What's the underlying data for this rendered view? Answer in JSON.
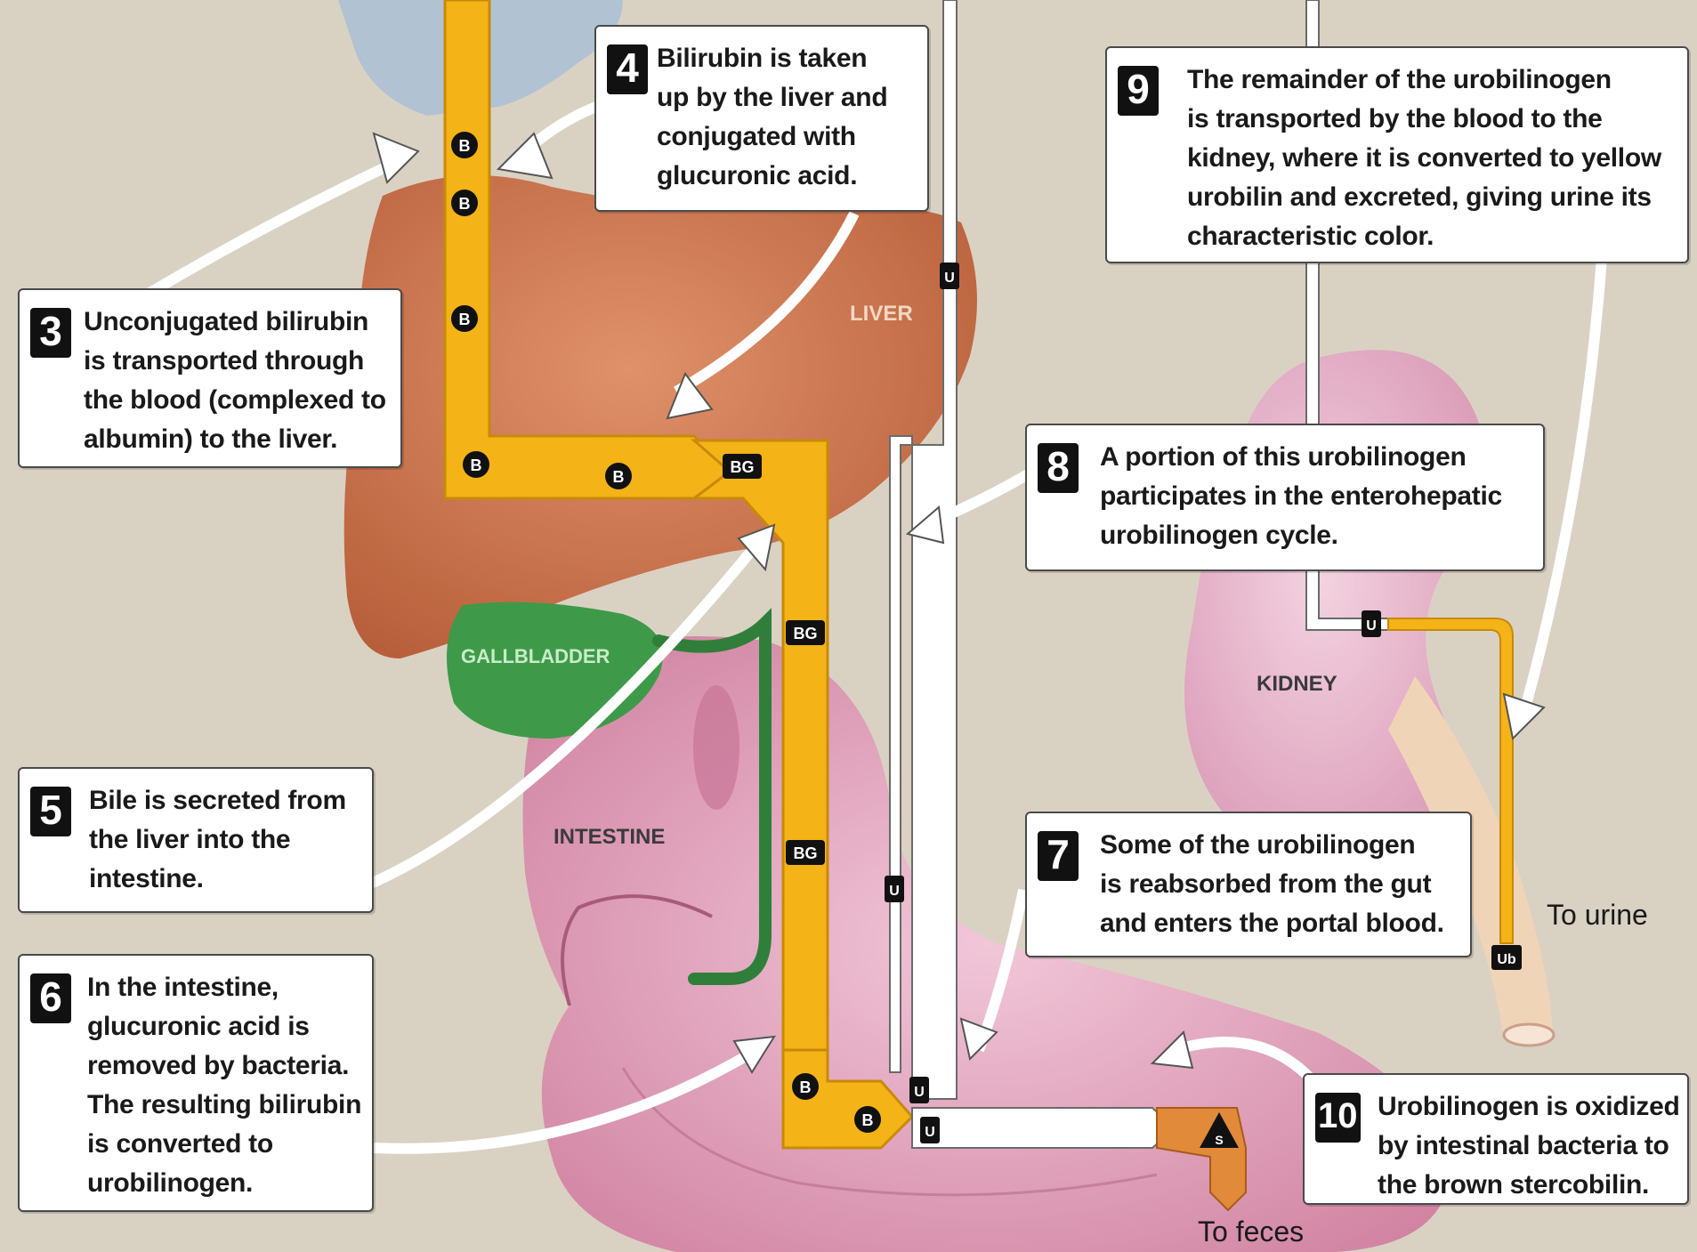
{
  "organs": {
    "liver": "LIVER",
    "gallbladder": "GALLBLADDER",
    "intestine": "INTESTINE",
    "kidney": "KIDNEY"
  },
  "badges": {
    "B": "B",
    "BG": "BG",
    "U": "U",
    "Ub": "Ub",
    "S": "S"
  },
  "outputs": {
    "urine": "To urine",
    "feces": "To feces"
  },
  "callouts": {
    "c3": {
      "num": "3",
      "text": "Unconjugated bilirubin\nis transported through\nthe blood (complexed to\nalbumin) to the liver."
    },
    "c4": {
      "num": "4",
      "text": "Bilirubin is taken\nup by the liver and\nconjugated with\nglucuronic acid."
    },
    "c5": {
      "num": "5",
      "text": "Bile is secreted from\nthe liver into the\nintestine."
    },
    "c6": {
      "num": "6",
      "text": "In the intestine,\nglucuronic acid is\nremoved by bacteria.\nThe resulting bilirubin\nis converted to\nurobilinogen."
    },
    "c7": {
      "num": "7",
      "text": "Some of the urobilinogen\nis reabsorbed from the gut\nand enters the portal blood."
    },
    "c8": {
      "num": "8",
      "text": "A portion of this urobilinogen\nparticipates in the enterohepatic\nurobilinogen cycle."
    },
    "c9": {
      "num": "9",
      "text": "The remainder of the urobilinogen\nis transported by the blood to the\nkidney, where it is converted to yellow\nurobilin and excreted, giving urine its\ncharacteristic color."
    },
    "c10": {
      "num": "10",
      "text": "Urobilinogen is oxidized\nby intestinal bacteria to\nthe brown stercobilin."
    }
  },
  "colors": {
    "background": "#d9d2c3",
    "liver": "#c8704a",
    "gallbladder": "#3e9a48",
    "intestine": "#e2a2bd",
    "kidney": "#e6b4cb",
    "pathway": "#f4b316",
    "stercobilin": "#e08a3a"
  }
}
